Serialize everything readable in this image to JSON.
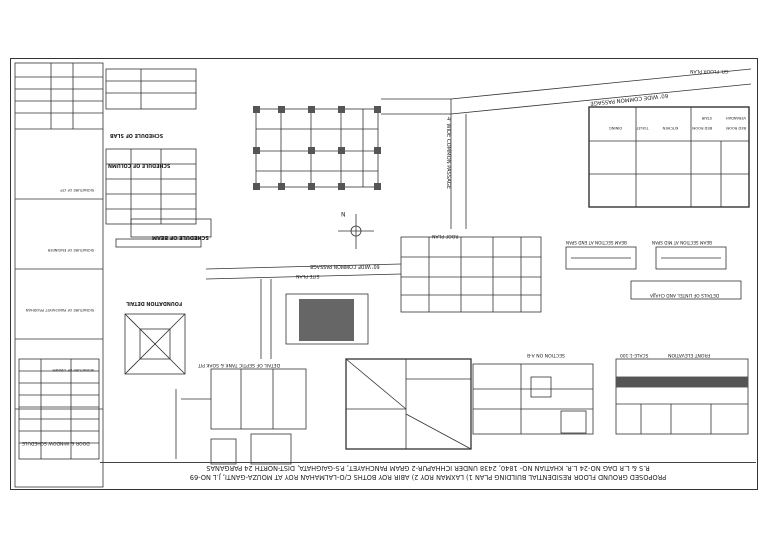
{
  "title_block": {
    "project_line_1": "PROPOSED GROUND FLOOR RESIDENTIAL BUILDING PLAN 1) LAXMAN ROY 2) ABIR ROY BOTHS C/O-LALMAHAN ROY AT MOUZA-GANTI, J.L NO-69",
    "project_line_2": "R.S & L.R DAG NO-24 L.R. KHATIAN NO- 1840, 2438 UNDER ICHHAPUR-2 GRAM PANCHAYET, P.S-GAIGHATA, DIST-NORTH 24 PARGANAS"
  },
  "drawing_labels": {
    "passage_top": "60' WIDE COMMON PASSAGE",
    "passage_vertical": "4' WIDE COMMON PASSAGE",
    "passage_mid": "60' WIDE COMMON PASSAGE",
    "site_plan": "SITE PLAN",
    "roof_plan": "ROOF PLAN",
    "foundation_detail": "FOUNDATION DETAIL",
    "septic_tank": "DETAIL OF SEPTIC TANK & SOAK PIT",
    "section": "SECTION ON A-B",
    "front_elevation": "FRONT ELEVATION",
    "gf_plan": "GR. FLOOR PLAN",
    "beam_schedule": "SCHEDULE OF BEAM",
    "column_schedule": "SCHEDULE OF COLUMN",
    "slab_schedule": "SCHEDULE OF SLAB",
    "door_window_schedule": "DOOR & WINDOW SCHEDULE",
    "lintel_chajja": "DETAILS OF LINTEL AND CHAJJA",
    "beam_section_a": "BEAM SECTION AT END SPAN",
    "beam_section_b": "BEAM SECTION AT MID SPAN",
    "north": "N",
    "scale": "SCALE-1:100"
  },
  "rooms": [
    "BED ROOM",
    "BED ROOM",
    "KITCHEN",
    "TOILET",
    "DINING",
    "VERANDAH",
    "STAIR"
  ],
  "side_signatures": [
    "SIGNATURE OF OWNER",
    "SIGNATURE OF PANCHAYET PRODHAN",
    "SIGNATURE OF ENGINEER",
    "SIGNATURE OF LTP"
  ]
}
